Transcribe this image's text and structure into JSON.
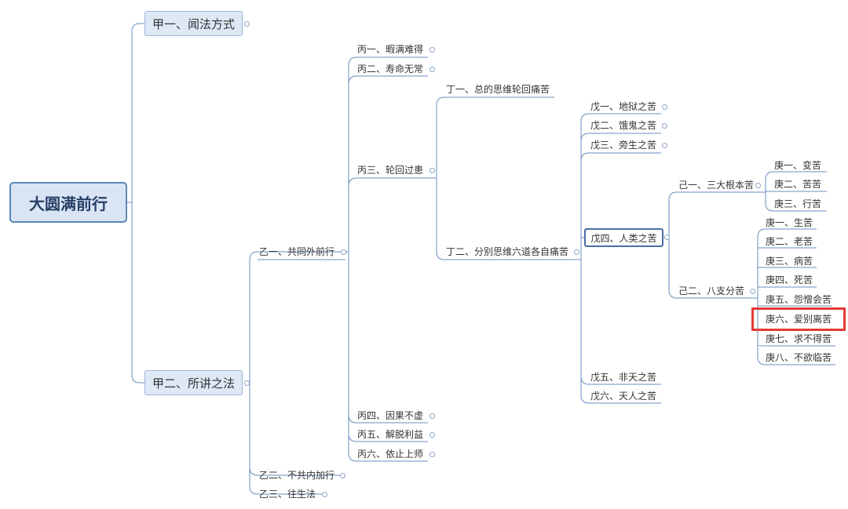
{
  "root": {
    "label": "大圆满前行"
  },
  "jia1": {
    "label": "甲一、闻法方式"
  },
  "jia2": {
    "label": "甲二、所讲之法"
  },
  "yi1": {
    "label": "乙一、共同外前行"
  },
  "yi2": {
    "label": "乙二、不共内加行"
  },
  "yi3": {
    "label": "乙三、往生法"
  },
  "bing1": {
    "label": "丙一、暇满难得"
  },
  "bing2": {
    "label": "丙二、寿命无常"
  },
  "bing3": {
    "label": "丙三、轮回过患"
  },
  "bing4": {
    "label": "丙四、因果不虚"
  },
  "bing5": {
    "label": "丙五、解脱利益"
  },
  "bing6": {
    "label": "丙六、依止上师"
  },
  "ding1": {
    "label": "丁一、总的思维轮回痛苦"
  },
  "ding2": {
    "label": "丁二、分别思维六道各自痛苦"
  },
  "wu1": {
    "label": "戊一、地狱之苦"
  },
  "wu2": {
    "label": "戊二、饿鬼之苦"
  },
  "wu3": {
    "label": "戊三、旁生之苦"
  },
  "wu4": {
    "label": "戊四、人类之苦"
  },
  "wu5": {
    "label": "戊五、非天之苦"
  },
  "wu6": {
    "label": "戊六、天人之苦"
  },
  "ji1": {
    "label": "己一、三大根本苦"
  },
  "ji2": {
    "label": "己二、八支分苦"
  },
  "geng_a1": {
    "label": "庚一、变苦"
  },
  "geng_a2": {
    "label": "庚二、苦苦"
  },
  "geng_a3": {
    "label": "庚三、行苦"
  },
  "geng_b1": {
    "label": "庚一、生苦"
  },
  "geng_b2": {
    "label": "庚二、老苦"
  },
  "geng_b3": {
    "label": "庚三、病苦"
  },
  "geng_b4": {
    "label": "庚四、死苦"
  },
  "geng_b5": {
    "label": "庚五、怨憎会苦"
  },
  "geng_b6": {
    "label": "庚六、爱别离苦"
  },
  "geng_b7": {
    "label": "庚七、求不得苦"
  },
  "geng_b8": {
    "label": "庚八、不欲临苦"
  },
  "colors": {
    "line": "#6a8fc0",
    "root_fill": "#d9e5f5",
    "root_border": "#5b87bb",
    "highlight": "#e53935"
  }
}
